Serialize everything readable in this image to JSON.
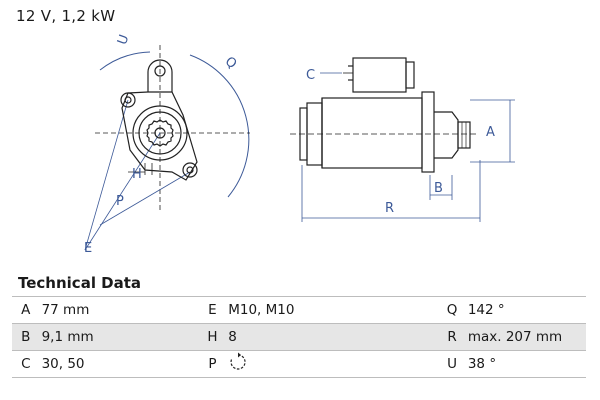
{
  "header": {
    "rating": "12 V, 1,2 kW"
  },
  "drawing": {
    "front_view_labels": {
      "u": "U",
      "q": "Q",
      "h": "H",
      "p": "P",
      "e": "E"
    },
    "side_view_labels": {
      "c": "C",
      "a": "A",
      "b": "B",
      "r": "R"
    }
  },
  "technical_data": {
    "title": "Technical Data",
    "rows": [
      [
        {
          "key": "A",
          "value": "77 mm"
        },
        {
          "key": "E",
          "value": "M10, M10"
        },
        {
          "key": "Q",
          "value": "142 °"
        }
      ],
      [
        {
          "key": "B",
          "value": "9,1 mm"
        },
        {
          "key": "H",
          "value": "8"
        },
        {
          "key": "R",
          "value": "max. 207 mm"
        }
      ],
      [
        {
          "key": "C",
          "value": "30, 50"
        },
        {
          "key": "P",
          "value": "",
          "icon": "rotation-direction-icon"
        },
        {
          "key": "U",
          "value": "38 °"
        }
      ]
    ]
  }
}
